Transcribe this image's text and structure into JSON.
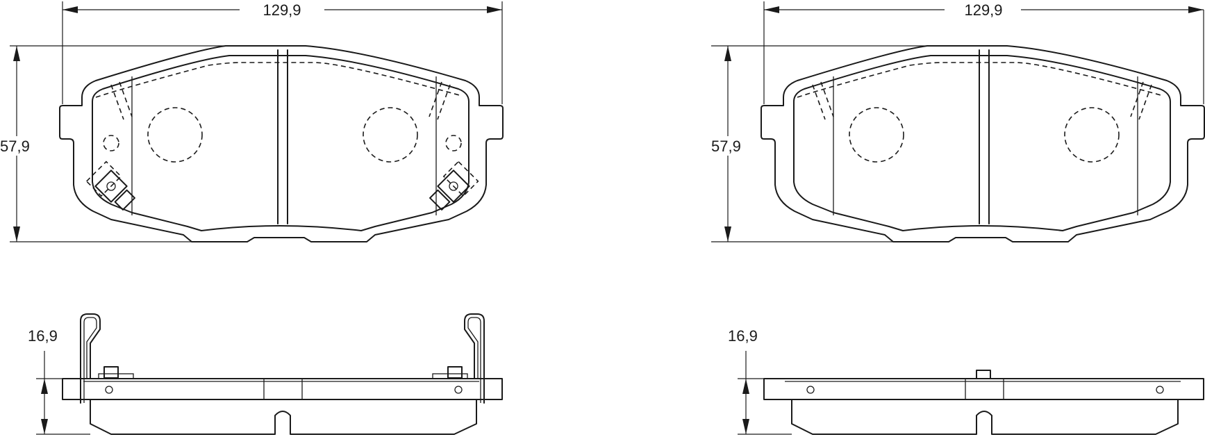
{
  "views": {
    "front_left": {
      "width_label": "129,9",
      "height_label": "57,9"
    },
    "front_right": {
      "width_label": "129,9",
      "height_label": "57,9"
    },
    "side_left": {
      "thickness_label": "16,9"
    },
    "side_right": {
      "thickness_label": "16,9"
    }
  },
  "colors": {
    "line": "#1a1a1a",
    "background": "#ffffff"
  }
}
